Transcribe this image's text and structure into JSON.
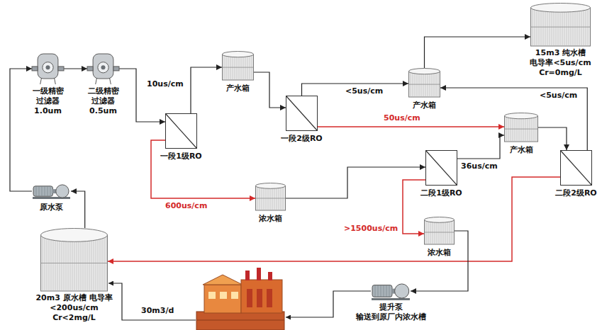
{
  "diagram": {
    "nodes": [
      {
        "text": [
          "一级精密 过滤器 1.0um"
        ]
      },
      {
        "text": [
          "二级精密 过滤器 0.5um"
        ]
      },
      {
        "text": [
          "一段1级RO"
        ]
      },
      {
        "text": [
          "产水箱"
        ]
      },
      {
        "text": [
          "一段2级RO"
        ]
      },
      {
        "text": [
          "产水箱"
        ]
      },
      {
        "text": [
          "15m3 纯水槽 电导率<5us/cm Cr=0mg/L"
        ]
      },
      {
        "text": [
          "浓水箱"
        ]
      },
      {
        "text": [
          "二段1级RO"
        ]
      },
      {
        "text": [
          "产水箱"
        ]
      },
      {
        "text": [
          "二段2级RO"
        ]
      },
      {
        "text": [
          "浓水箱"
        ]
      },
      {
        "text": [
          "提升泵 输送到原厂内浓水槽"
        ]
      },
      {
        "text": [
          "20m3 原水槽 电导率<200us/cm Cr<2mg/L"
        ]
      },
      {
        "text": [
          "原水泵"
        ]
      }
    ],
    "edges": [
      {
        "from": 13,
        "to": 14,
        "arrow": "to"
      },
      {
        "from": 14,
        "to": 0,
        "arrow": "to"
      },
      {
        "from": 0,
        "to": 1,
        "arrow": "to"
      },
      {
        "from": 1,
        "to": 2,
        "arrow": "to"
      },
      {
        "from": 2,
        "to": 3,
        "label": "10us/cm",
        "arrow": "to"
      },
      {
        "from": 2,
        "to": 7,
        "label": "600us/cm",
        "arrow": "to"
      },
      {
        "from": 3,
        "to": 4,
        "arrow": "to"
      },
      {
        "from": 4,
        "to": 5,
        "label": "<5us/cm",
        "arrow": "to"
      },
      {
        "from": 4,
        "to": 9,
        "label": "50us/cm",
        "arrow": "to"
      },
      {
        "from": 5,
        "to": 6,
        "arrow": "to"
      },
      {
        "from": 7,
        "to": 8,
        "arrow": "to"
      },
      {
        "from": 8,
        "to": 9,
        "label": "36us/cm",
        "arrow": "to"
      },
      {
        "from": 8,
        "to": 11,
        "label": ">1500us/cm",
        "arrow": "to"
      },
      {
        "from": 9,
        "to": 10,
        "arrow": "to"
      },
      {
        "from": 10,
        "to": 5,
        "label": "<5us/cm",
        "arrow": "to"
      },
      {
        "from": 10,
        "to": 13,
        "arrow": "to"
      },
      {
        "from": 11,
        "to": 12,
        "arrow": "to"
      }
    ],
    "labels": [
      "30m3/d"
    ]
  }
}
